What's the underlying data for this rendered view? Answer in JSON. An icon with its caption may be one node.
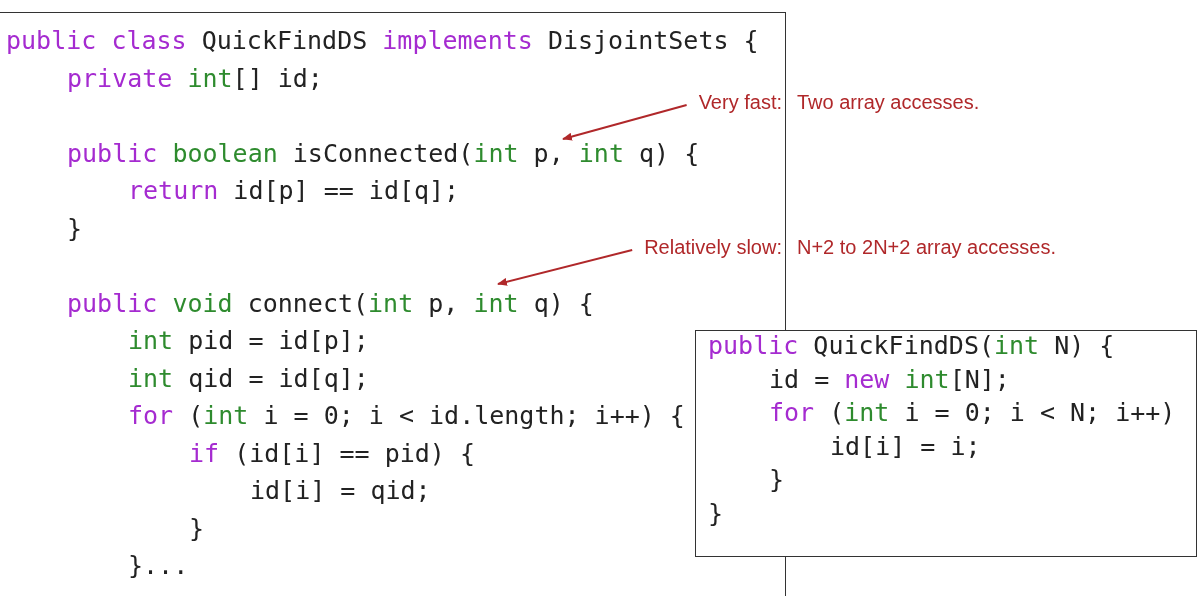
{
  "diagram": {
    "nodes": [
      {
        "text": [
          "public class QuickFindDS implements DisjointSets {",
          "private int[] id;",
          "public boolean isConnected(int p, int q) {",
          "return id[p] == id[q];",
          "}",
          "public void connect(int p, int q) {",
          "int pid = id[p];",
          "int qid = id[q];",
          "for (int i = 0; i < id.length; i++) {",
          "if (id[i] == pid) {",
          "id[i] = qid;",
          "}",
          "}..."
        ]
      },
      {
        "text": [
          "public QuickFindDS(int N) {",
          "id = new int[N];",
          "for (int i = 0; i < N; i++)",
          "id[i] = i;",
          "}",
          "}"
        ]
      },
      {
        "text": [
          "Very fast:",
          "Two array accesses."
        ]
      },
      {
        "text": [
          "Relatively slow:",
          "N+2 to 2N+2 array accesses."
        ]
      }
    ],
    "edges": [
      {
        "from": 2,
        "to": 0,
        "arrow": "to"
      },
      {
        "from": 3,
        "to": 0,
        "arrow": "to"
      }
    ]
  }
}
